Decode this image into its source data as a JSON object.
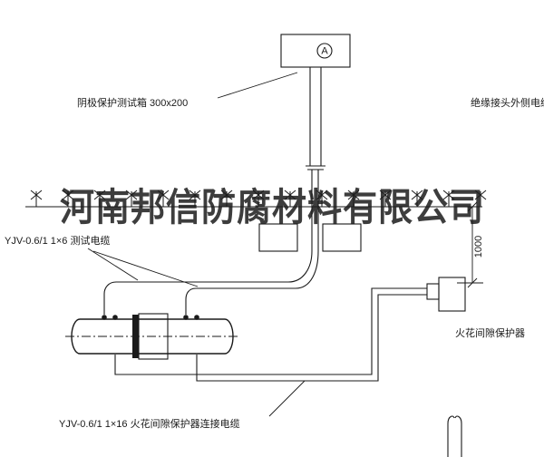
{
  "watermark": "河南邦信防腐材料有限公司",
  "labels": {
    "test_box": "阴极保护测试箱 300x200",
    "outer_cable": "绝缘接头外侧电缆",
    "test_cable": "YJV-0.6/1 1×6  测试电缆",
    "protector": "火花间隙保护器",
    "protector_cable": "YJV-0.6/1 1×16  火花间隙保护器连接电缆",
    "ammeter": "A",
    "depth_dimension": "1000"
  },
  "colors": {
    "line": "#1a1a1a",
    "watermark": "#1c1c1c",
    "background": "#ffffff"
  }
}
